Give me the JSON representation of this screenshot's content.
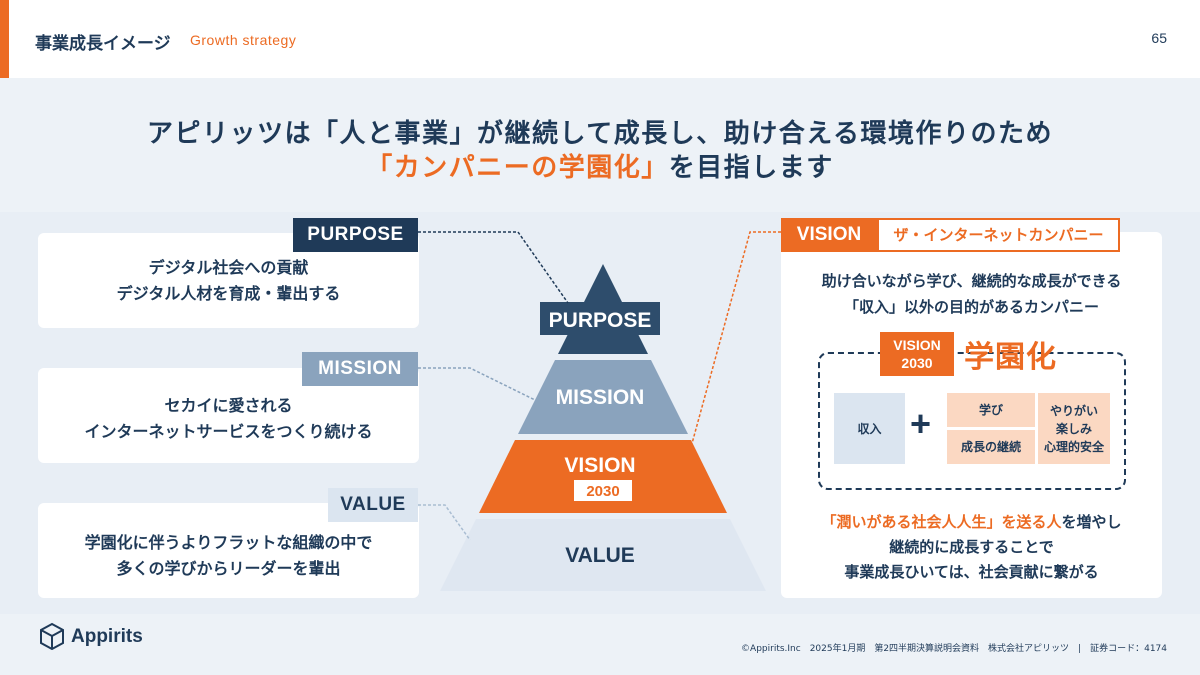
{
  "header": {
    "title": "事業成長イメージ",
    "subtitle": "Growth strategy",
    "page_number": "65"
  },
  "headline": {
    "line1": "アピリッツは「人と事業」が継続して成長し、助け合える環境作りのため",
    "line2_em": "「カンパニーの学園化」",
    "line2_rest": "を目指します"
  },
  "purpose": {
    "label": "PURPOSE",
    "line1": "デジタル社会への貢献",
    "line2": "デジタル人材を育成・輩出する"
  },
  "mission": {
    "label": "MISSION",
    "line1": "セカイに愛される",
    "line2": "インターネットサービスをつくり続ける"
  },
  "value": {
    "label": "VALUE",
    "line1": "学園化に伴うよりフラットな組織の中で",
    "line2": "多くの学びからリーダーを輩出"
  },
  "pyramid": {
    "purpose": "PURPOSE",
    "mission": "MISSION",
    "vision": "VISION",
    "vision_year": "2030",
    "value": "VALUE"
  },
  "vision": {
    "label": "VISION",
    "tag": "ザ・インターネットカンパニー",
    "desc1": "助け合いながら学び、継続的な成長ができる",
    "desc2": "「収入」以外の目的があるカンパニー",
    "badge_line1": "VISION",
    "badge_line2": "2030",
    "gakuen": "学園化",
    "income": "収入",
    "plus": "+",
    "learn": "学び",
    "growth": "成長の継続",
    "worth1": "やりがい",
    "worth2": "楽しみ",
    "worth3": "心理的安全",
    "bottom1_em": "「潤いがある社会人人生」を送る人",
    "bottom1_rest": "を増やし",
    "bottom2": "継続的に成長することで",
    "bottom3": "事業成長ひいては、社会貢献に繋がる"
  },
  "footer": {
    "logo": "Appirits",
    "text": "©Appirits.Inc　2025年1月期　第2四半期決算説明会資料　株式会社アピリッツ　|　証券コード：4174"
  },
  "colors": {
    "navy": "#1f3a58",
    "orange": "#ec6b23",
    "steel": "#8aa3bd",
    "pale": "#dfe7f1",
    "peach": "#fbd8c2",
    "lightblue": "#dbe5f0"
  }
}
